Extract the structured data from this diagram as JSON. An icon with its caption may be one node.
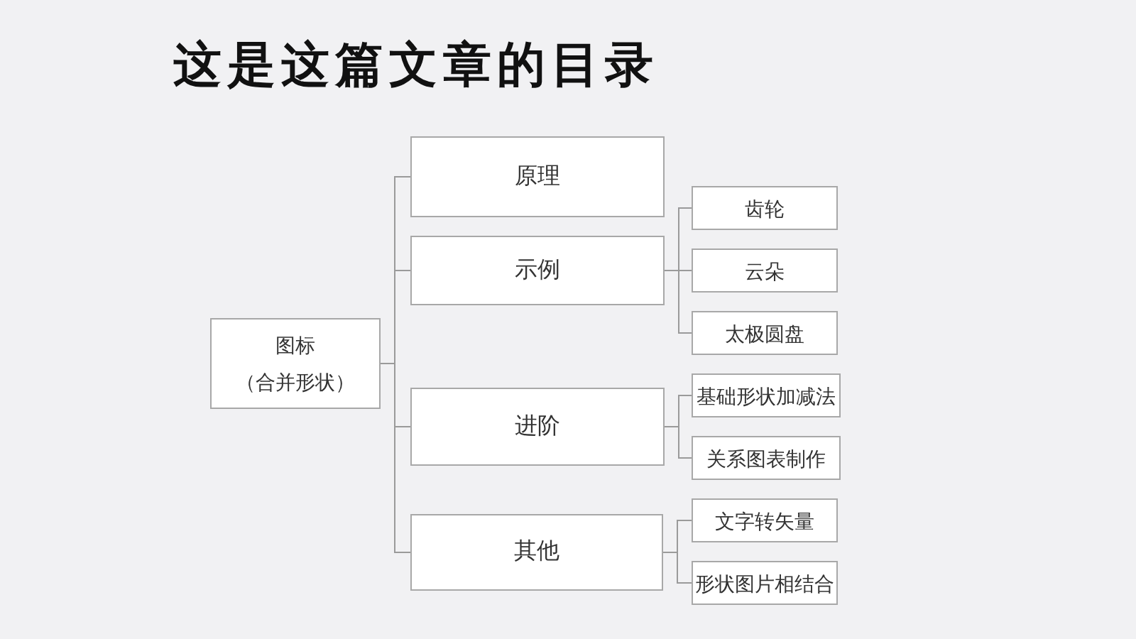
{
  "diagram": {
    "title": "这是这篇文章的目录",
    "nodes": [
      {
        "text": [
          "图标",
          "（合并形状）"
        ]
      },
      {
        "text": [
          "原理"
        ]
      },
      {
        "text": [
          "示例"
        ]
      },
      {
        "text": [
          "进阶"
        ]
      },
      {
        "text": [
          "其他"
        ]
      },
      {
        "text": [
          "齿轮"
        ]
      },
      {
        "text": [
          "云朵"
        ]
      },
      {
        "text": [
          "太极圆盘"
        ]
      },
      {
        "text": [
          "基础形状加减法"
        ]
      },
      {
        "text": [
          "关系图表制作"
        ]
      },
      {
        "text": [
          "文字转矢量"
        ]
      },
      {
        "text": [
          "形状图片相结合"
        ]
      }
    ],
    "edges": [
      {
        "from": 0,
        "to": 1,
        "arrow": "none"
      },
      {
        "from": 0,
        "to": 2,
        "arrow": "none"
      },
      {
        "from": 0,
        "to": 3,
        "arrow": "none"
      },
      {
        "from": 0,
        "to": 4,
        "arrow": "none"
      },
      {
        "from": 2,
        "to": 5,
        "arrow": "none"
      },
      {
        "from": 2,
        "to": 6,
        "arrow": "none"
      },
      {
        "from": 2,
        "to": 7,
        "arrow": "none"
      },
      {
        "from": 3,
        "to": 8,
        "arrow": "none"
      },
      {
        "from": 3,
        "to": 9,
        "arrow": "none"
      },
      {
        "from": 4,
        "to": 10,
        "arrow": "none"
      },
      {
        "from": 4,
        "to": 11,
        "arrow": "none"
      }
    ]
  }
}
